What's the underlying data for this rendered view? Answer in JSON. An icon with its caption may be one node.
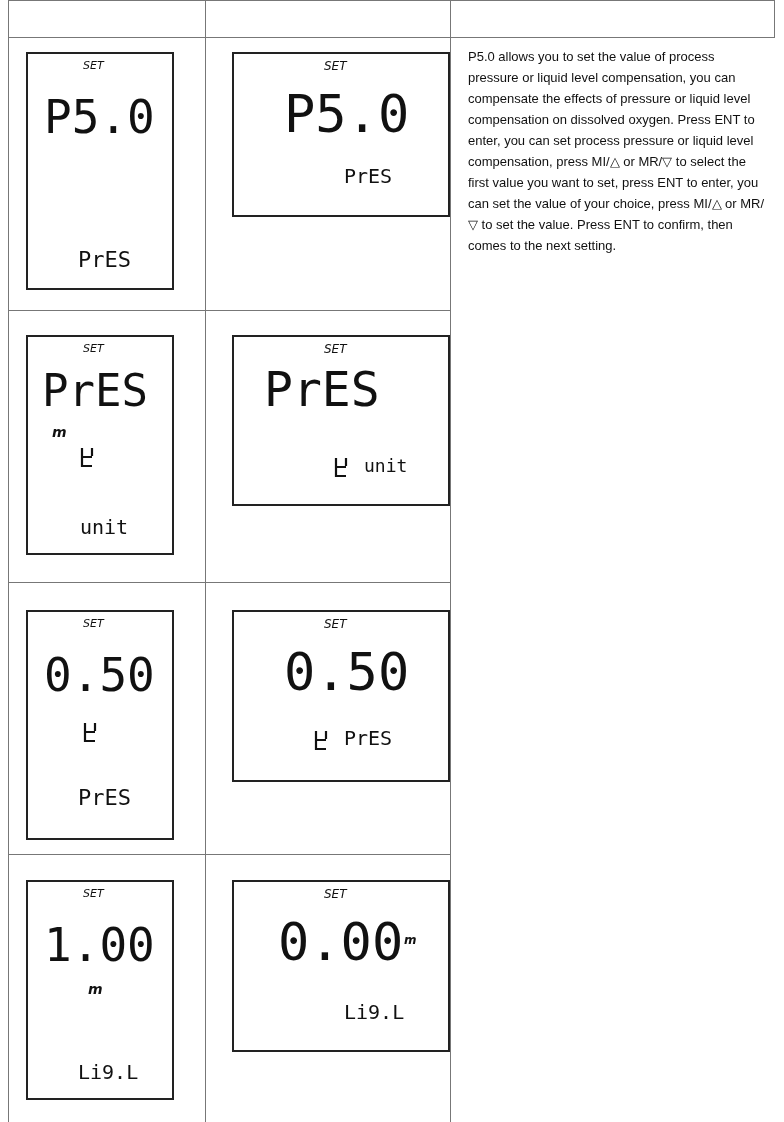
{
  "diagram": {
    "labels": [
      "SET",
      "P5.0",
      "PrES",
      "SET",
      "P5.0",
      "PrES",
      "P5.0 allows you to set the value of process pressure or liquid level compensation, you can compensate the effects of pressure or liquid level compensation on dissolved oxygen. Press ENT to enter, you can set process pressure or liquid level compensation, press MI/△ or MR/▽ to select the first value you want to set, press ENT to enter, you can set the value of your choice, press MI/△ or MR/▽ to set the value. Press ENT to confirm, then comes to the next setting.",
      "SET",
      "PrES",
      "m",
      "unit",
      "SET",
      "PrES",
      "unit",
      "SET",
      "0.50",
      "PrES",
      "SET",
      "0.50",
      "PrES",
      "SET",
      "1.00",
      "m",
      "Li9.L",
      "SET",
      "0.00",
      "m",
      "Li9.L"
    ]
  }
}
